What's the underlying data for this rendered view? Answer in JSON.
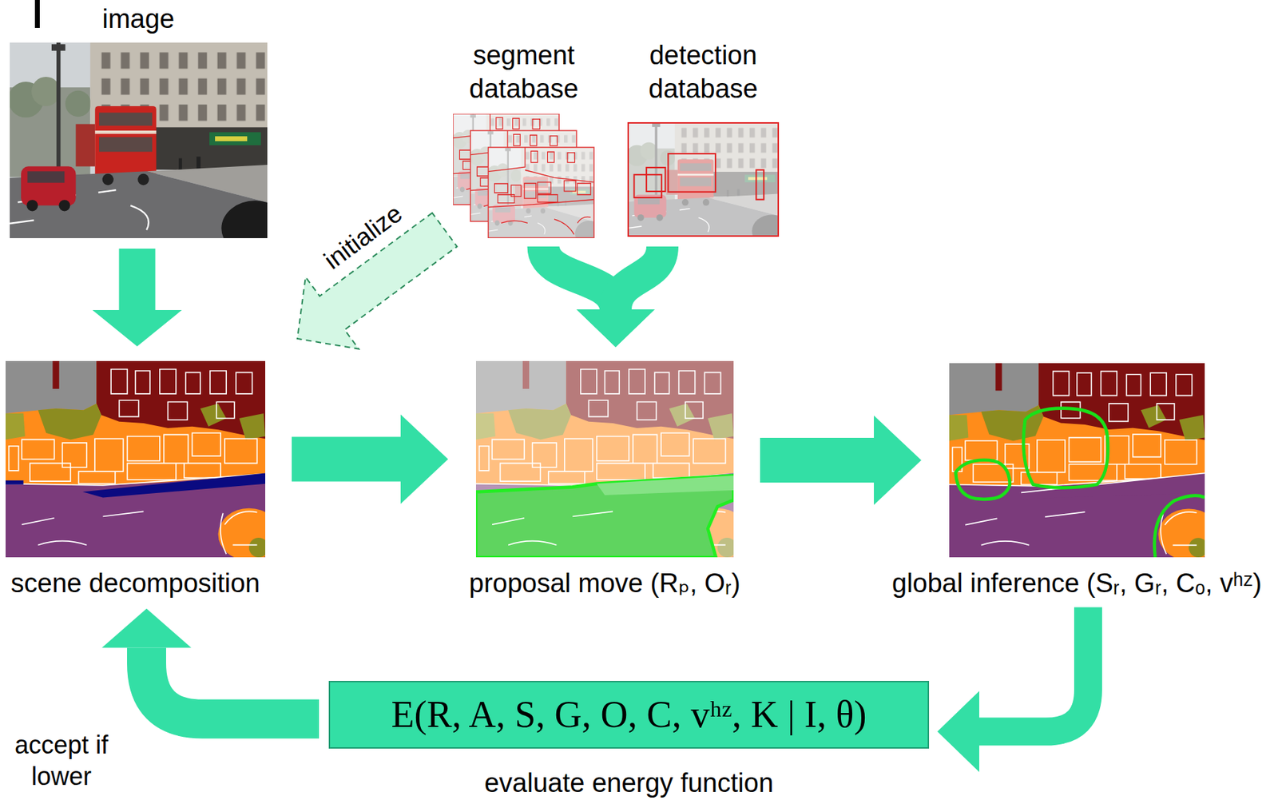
{
  "diagram": {
    "nodes": [
      {
        "text": [
          "image"
        ]
      },
      {
        "text": [
          "segment database"
        ]
      },
      {
        "text": [
          "detection database"
        ]
      },
      {
        "text": [
          "scene decomposition"
        ]
      },
      {
        "text": [
          "proposal move (Rₚ, Oᵣ)"
        ]
      },
      {
        "text": [
          "global inference (Sᵣ, Gᵣ, Cₒ, vʰᶻ)"
        ]
      },
      {
        "text": [
          "E(R, A, S, G, O, C, vʰᶻ, K | I, θ)",
          "evaluate energy function"
        ]
      }
    ],
    "edges": [
      {
        "from": 0,
        "to": 3,
        "arrow": "to"
      },
      {
        "from": 1,
        "to": 3,
        "arrow": "to",
        "label": "initialize"
      },
      {
        "from": 1,
        "to": 4,
        "arrow": "to"
      },
      {
        "from": 2,
        "to": 4,
        "arrow": "to"
      },
      {
        "from": 3,
        "to": 4,
        "arrow": "to"
      },
      {
        "from": 4,
        "to": 5,
        "arrow": "to"
      },
      {
        "from": 5,
        "to": 6,
        "arrow": "to"
      },
      {
        "from": 6,
        "to": 3,
        "arrow": "to",
        "label": "accept if lower"
      }
    ]
  }
}
